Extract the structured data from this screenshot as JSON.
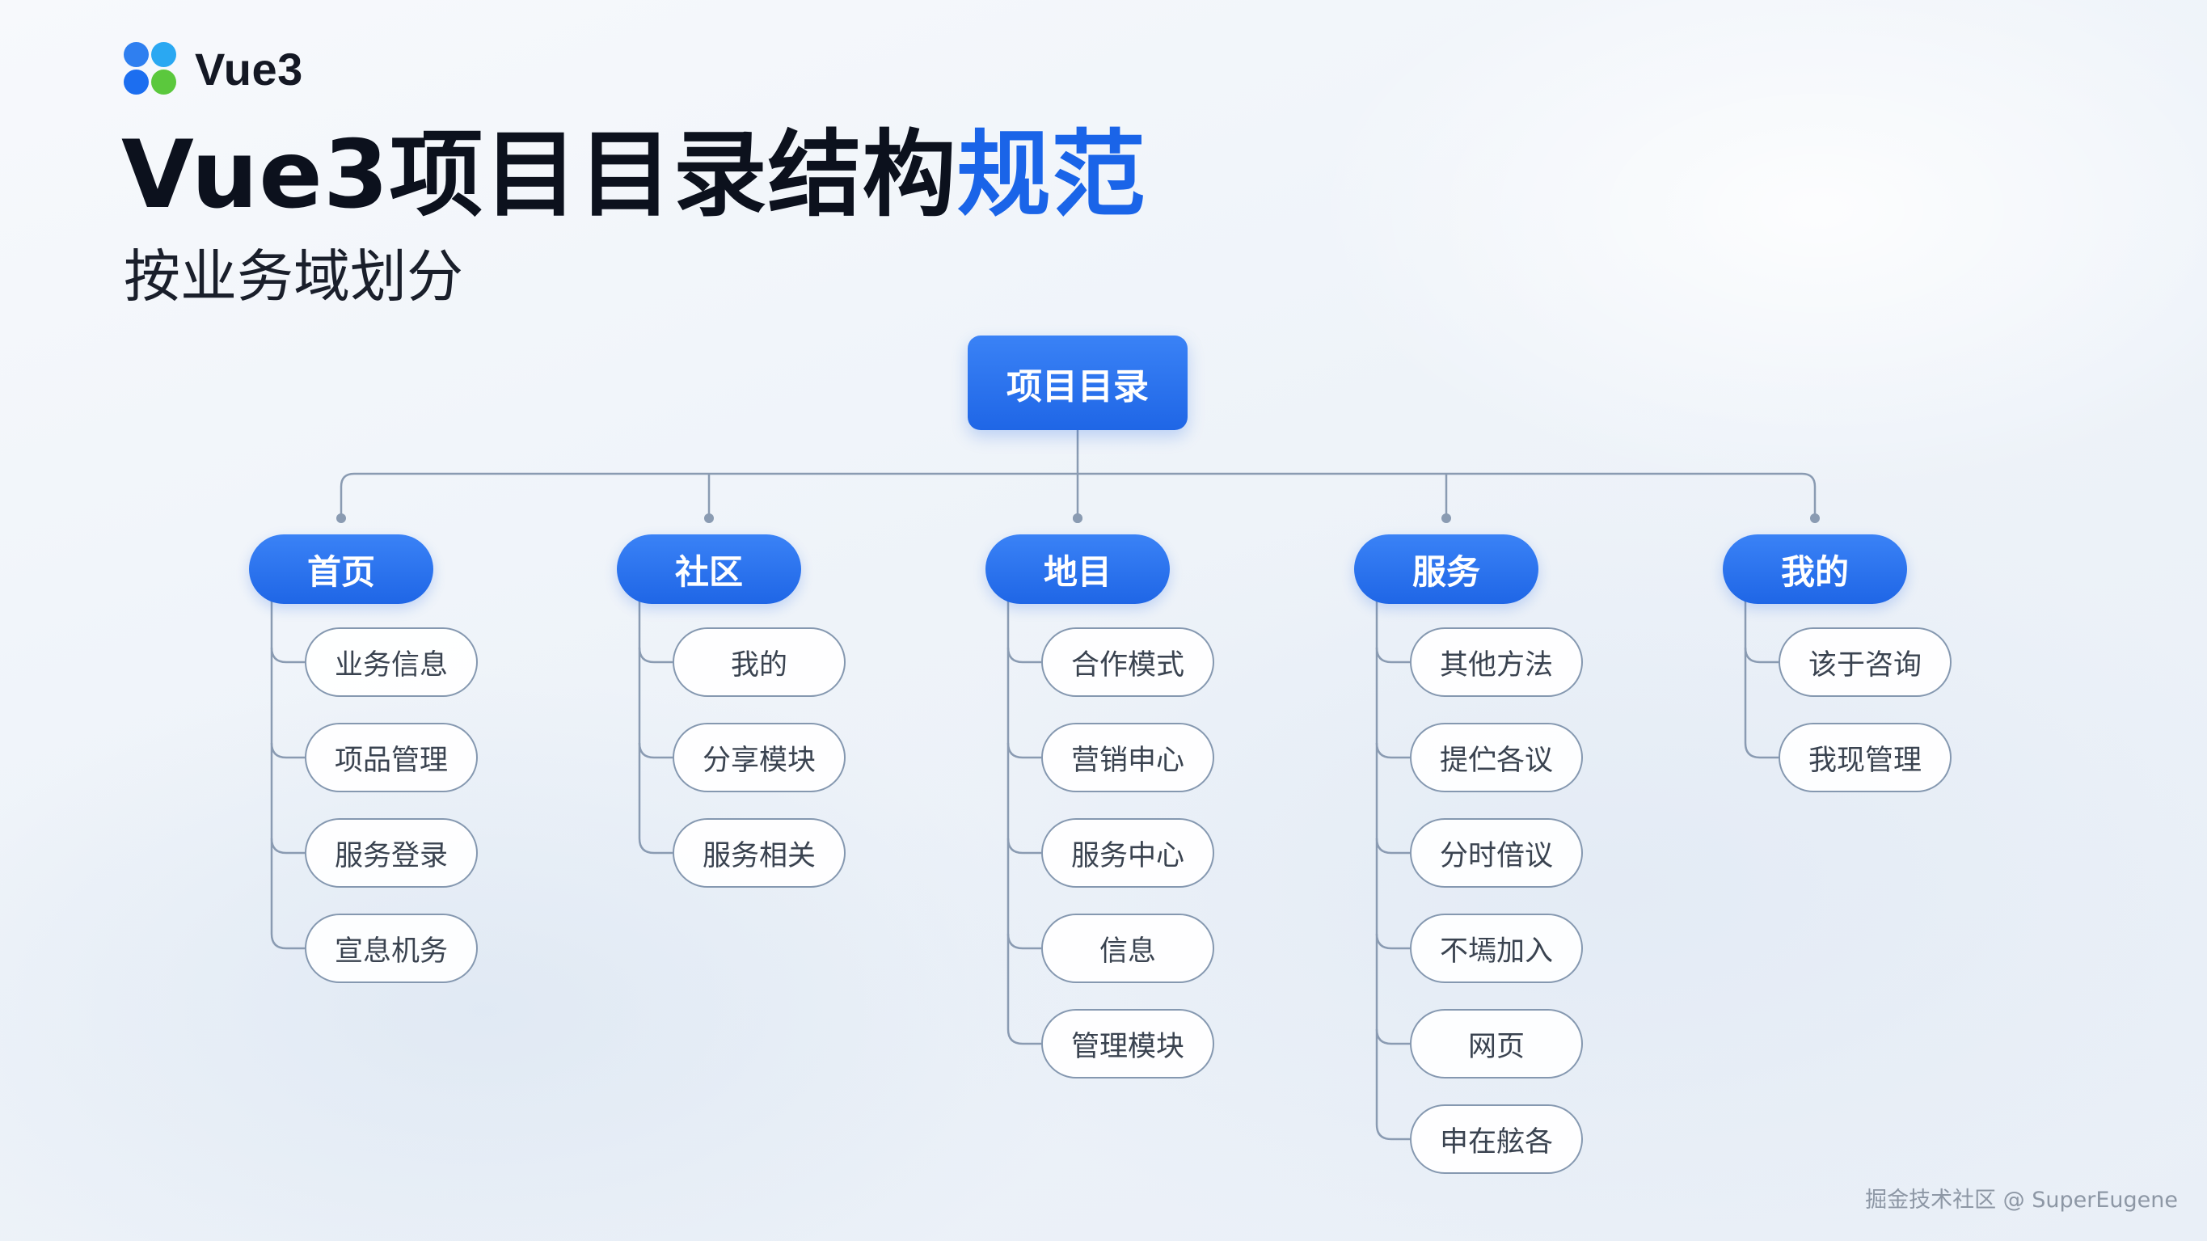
{
  "brand": {
    "name": "Vue3",
    "logo": "vue3-dots-logo"
  },
  "title": {
    "main": "Vue3项目目录结构",
    "accent": "规范"
  },
  "subtitle": "按业务域划分",
  "tree": {
    "root": "项目目录",
    "categories": [
      {
        "label": "首页",
        "children": [
          "业务信息",
          "项品管理",
          "服务登录",
          "宣息机务"
        ]
      },
      {
        "label": "社区",
        "children": [
          "我的",
          "分享模块",
          "服务相关"
        ]
      },
      {
        "label": "地目",
        "children": [
          "合作模式",
          "营销申心",
          "服务中心",
          "信息",
          "管理模块"
        ]
      },
      {
        "label": "服务",
        "children": [
          "其他方法",
          "提伫各议",
          "分时偣议",
          "不墕加入",
          "网页",
          "申在舷各"
        ]
      },
      {
        "label": "我的",
        "children": [
          "该于咨询",
          "我现管理"
        ]
      }
    ]
  },
  "watermark": "掘金技术社区 @ SuperEugene",
  "colors": {
    "accent": "#1a64e8",
    "node_blue": "#2a73ee",
    "connector": "#8a9bb2",
    "leaf_border": "#8598b0",
    "title": "#0c111d"
  }
}
